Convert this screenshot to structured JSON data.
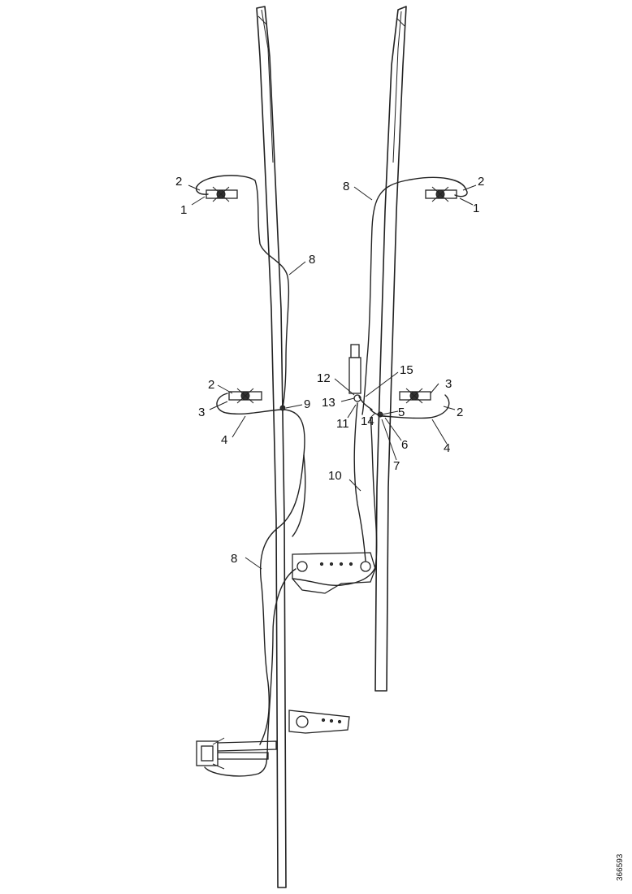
{
  "callouts": {
    "l_2_top": "2",
    "l_1_top": "1",
    "l_8_upper": "8",
    "l_2_mid": "2",
    "l_3_mid": "3",
    "l_4_mid": "4",
    "l_9": "9",
    "l_8_lower": "8",
    "r_8_upper": "8",
    "r_2_top": "2",
    "r_1_top": "1",
    "r_12": "12",
    "r_15": "15",
    "r_13": "13",
    "r_3": "3",
    "r_11": "11",
    "r_14": "14",
    "r_5": "5",
    "r_2_mid": "2",
    "r_6": "6",
    "r_4": "4",
    "r_7": "7",
    "r_10": "10"
  },
  "reference_code": "366593"
}
